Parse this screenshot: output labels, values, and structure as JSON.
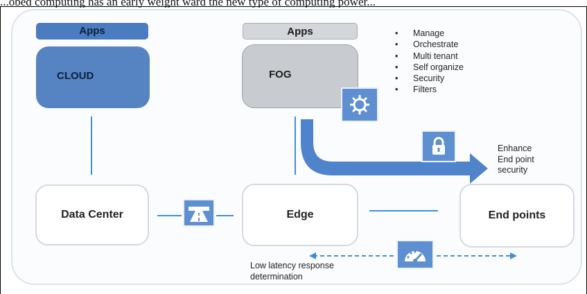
{
  "caption_line": "...obed computing has an early weight ward the new type of computing power...",
  "diagram": {
    "cloud_apps_label": "Apps",
    "cloud_label": "CLOUD",
    "fog_apps_label": "Apps",
    "fog_label": "FOG",
    "data_center_label": "Data Center",
    "edge_label": "Edge",
    "end_points_label": "End points",
    "fog_features": [
      "Manage",
      "Orchestrate",
      "Multi tenant",
      "Self organize",
      "Security",
      "Filters"
    ],
    "enhance_note": [
      "Enhance",
      "End point",
      "security"
    ],
    "latency_note": [
      "Low latency response",
      "determination"
    ],
    "icons": [
      "gear-icon",
      "lock-icon",
      "highway-icon",
      "speedometer-icon"
    ],
    "colors": {
      "cloud_blue": "#4a7cbf",
      "fog_gray": "#c8cbcf",
      "arrow_blue": "#4f84cc",
      "connector_blue": "#3f8fd8"
    }
  }
}
